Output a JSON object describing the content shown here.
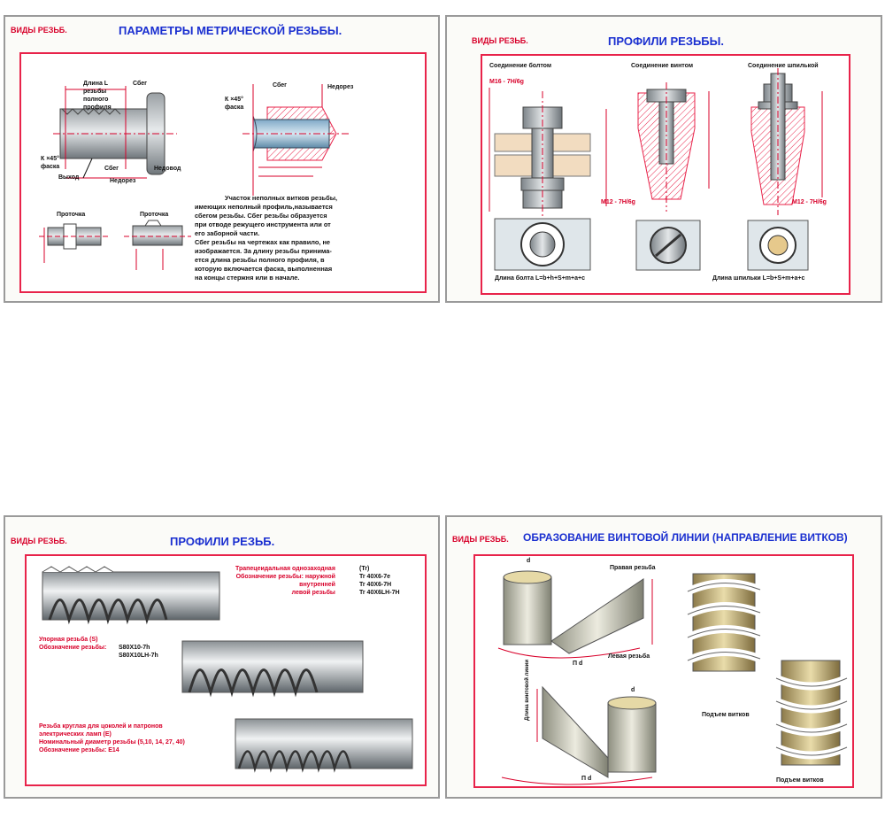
{
  "panels": [
    {
      "section": "ВИДЫ РЕЗЬБ.",
      "title": "ПАРАМЕТРЫ МЕТРИЧЕСКОЙ РЕЗЬБЫ.",
      "labels": {
        "sbeg1": "Сбег",
        "dlina": "Длина L",
        "rezby": "резьбы",
        "polnogo": "полного",
        "profilya": "профиля",
        "fas1": "фаска",
        "sbeg2": "Сбег",
        "nedorez1": "Недорез",
        "vyhod": "Выход",
        "sbeg3": "Сбег",
        "nedovod1": "Недовод",
        "fas2": "фаска",
        "nedorez2": "Недорез",
        "proto1": "Проточка",
        "proto2": "Проточка",
        "k45a": "К ×45°",
        "k45b": "К ×45°"
      },
      "paragraph": [
        "Участок неполных витков резьбы,",
        "имеющих неполный профиль,называется",
        "сбегом резьбы. Сбег резьбы образуется",
        " при отводе режущего инструмента или от",
        "его заборной части.",
        "Сбег резьбы на чертежах как правило, не",
        "изображается. За длину резьбы принима-",
        "ется длина резьбы полного профиля, в",
        "которую включается фаска, выполненная",
        "на концы стержня или в начале."
      ]
    },
    {
      "section": "ВИДЫ РЕЗЬБ.",
      "title": "ПРОФИЛИ РЕЗЬБЫ.",
      "col_headers": [
        "Соединение болтом",
        "Соединение винтом",
        "Соединение шпилькой"
      ],
      "dims": [
        "М16 - 7Н/6g",
        "М12 - 7Н/6g",
        "М12 - 7Н/6g"
      ],
      "footers": [
        "Длина болта L=b+h+S+m+a+c",
        "Длина шпильки L=b+S+m+a+c"
      ]
    },
    {
      "section": "ВИДЫ РЕЗЬБ.",
      "title": "ПРОФИЛИ РЕЗЬБ.",
      "block1_left": [
        "Трапецеидальная однозаходная",
        "Обозначение резьбы: наружной",
        "внутренней",
        "левой резьбы"
      ],
      "block1_right": [
        "(Tr)",
        "Tr 40X6-7е",
        "Tr 40X6-7H",
        "Tr 40X6LH-7H"
      ],
      "block2_left": [
        "Упорная резьба  (S)",
        "Обозначение резьбы:"
      ],
      "block2_right": [
        "S80Х10-7h",
        "S80Х10LH-7h"
      ],
      "block3": [
        "Резьба круглая для цоколей и патронов",
        "электрических ламп  (E)",
        "Номинальный диаметр резьбы  (5,10, 14, 27, 40)",
        "Обозначение резьбы:  E14"
      ]
    },
    {
      "section": "ВИДЫ РЕЗЬБ.",
      "title": "ОБРАЗОВАНИЕ ВИНТОВОЙ ЛИНИИ (НАПРАВЛЕНИЕ ВИТКОВ)",
      "labels": {
        "pravaya": "Правая резьба",
        "levaya": "Левая резьба",
        "pd1": "П d",
        "pd2": "П d",
        "d1": "d",
        "d2": "d",
        "podem1": "Подъем витков",
        "podem2": "Подъем витков",
        "dlina_vit": "Длина винтовой линии"
      }
    }
  ]
}
